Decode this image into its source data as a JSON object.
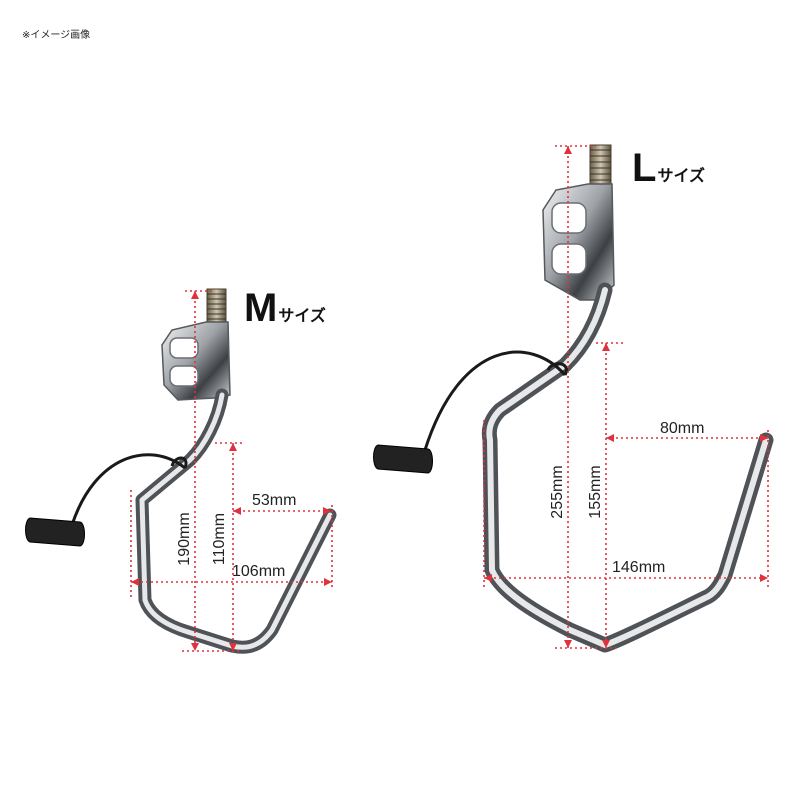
{
  "note": "※イメージ画像",
  "colors": {
    "dimension_line": "#e0323c",
    "hook_steel": "#b9bcc0",
    "grip_cord": "#1a1a1a"
  },
  "m_size": {
    "letter": "M",
    "suffix": "サイズ",
    "dims": {
      "total_height": "190mm",
      "hook_height": "110mm",
      "gap": "53mm",
      "width": "106mm"
    }
  },
  "l_size": {
    "letter": "L",
    "suffix": "サイズ",
    "dims": {
      "total_height": "255mm",
      "hook_height": "155mm",
      "gap": "80mm",
      "width": "146mm"
    }
  }
}
